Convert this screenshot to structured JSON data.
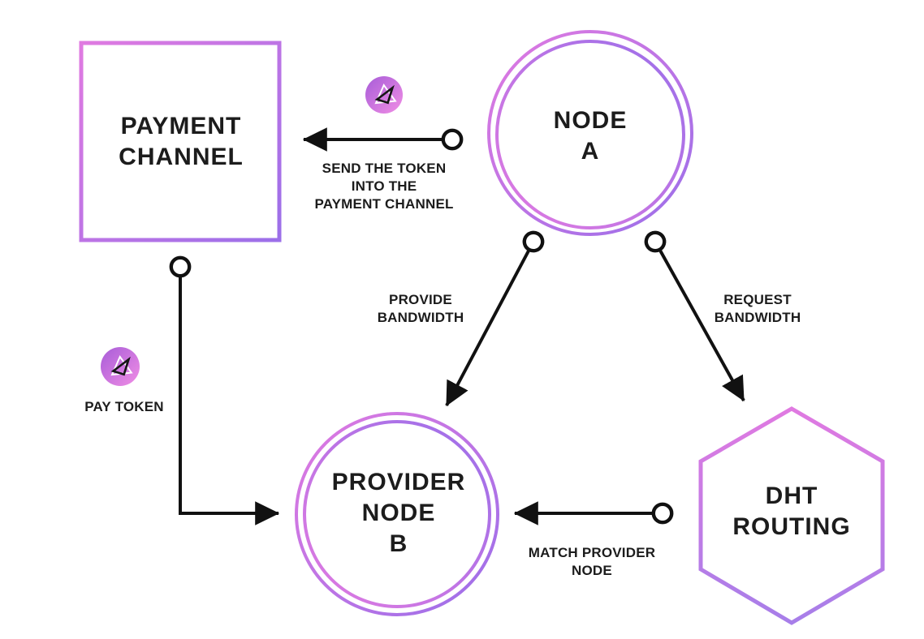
{
  "colors": {
    "pink": "#e07ae1",
    "purple": "#9b6fe9",
    "token_gradient_from": "#a75cd8",
    "token_gradient_to": "#f18ee5",
    "line": "#111111",
    "text": "#1c1c1c",
    "background": "#ffffff"
  },
  "nodes": {
    "payment_channel": {
      "label": "PAYMENT\nCHANNEL",
      "shape": "square"
    },
    "node_a": {
      "label": "NODE\nA",
      "shape": "double-circle"
    },
    "provider_node_b": {
      "label": "PROVIDER\nNODE\nB",
      "shape": "double-circle"
    },
    "dht_routing": {
      "label": "DHT\nROUTING",
      "shape": "hexagon"
    }
  },
  "edges": {
    "send_token": {
      "label": "SEND THE TOKEN\nINTO THE\nPAYMENT CHANNEL",
      "from": "node_a",
      "to": "payment_channel",
      "has_token_icon": true
    },
    "provide_bandwidth": {
      "label": "PROVIDE\nBANDWIDTH",
      "from": "node_a",
      "to": "provider_node_b",
      "has_token_icon": false
    },
    "request_bandwidth": {
      "label": "REQUEST\nBANDWIDTH",
      "from": "node_a",
      "to": "dht_routing",
      "has_token_icon": false
    },
    "pay_token": {
      "label": "PAY TOKEN",
      "from": "payment_channel",
      "to": "provider_node_b",
      "has_token_icon": true
    },
    "match_provider_node": {
      "label": "MATCH PROVIDER\nNODE",
      "from": "dht_routing",
      "to": "provider_node_b",
      "has_token_icon": false
    }
  }
}
